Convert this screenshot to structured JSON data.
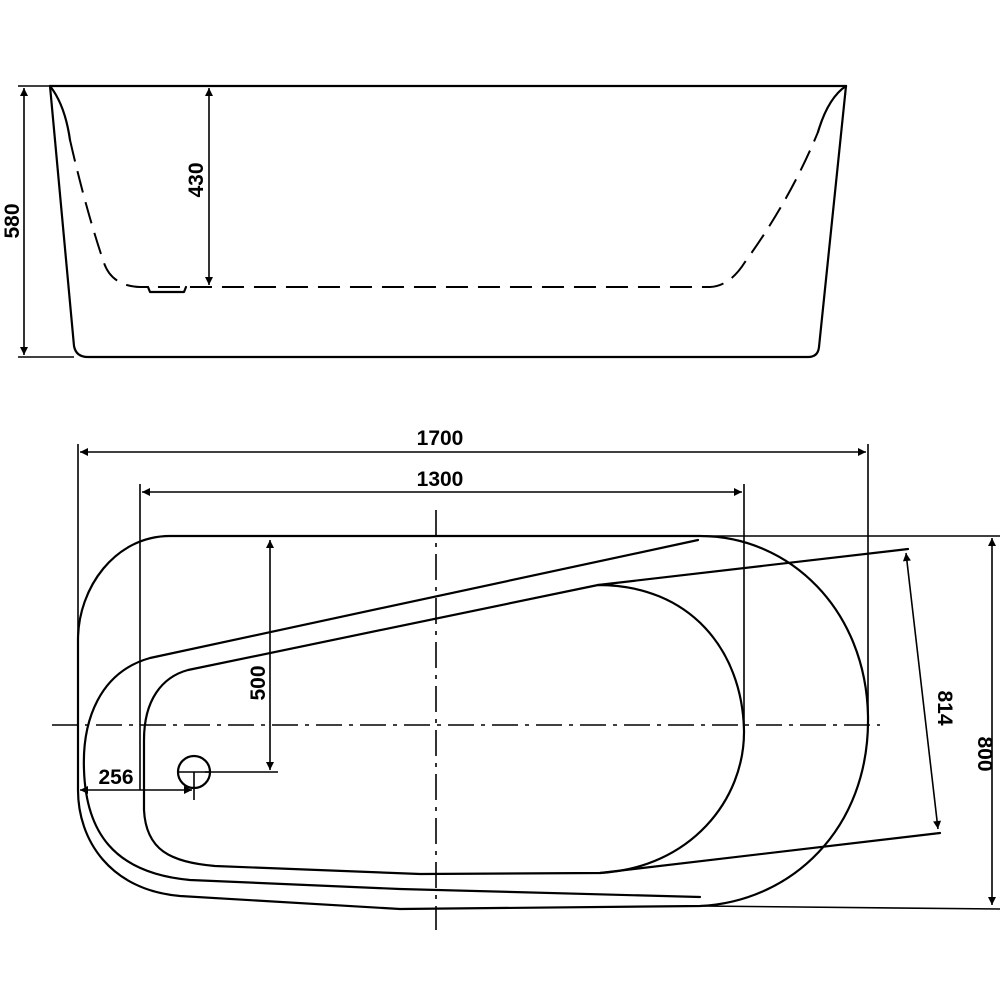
{
  "drawing": {
    "side_view": {
      "total_height": "580",
      "inner_depth": "430"
    },
    "top_view": {
      "overall_length": "1700",
      "inner_length": "1300",
      "drain_to_center": "500",
      "drain_from_end": "256",
      "slanted_width": "814",
      "overall_width": "800"
    }
  }
}
